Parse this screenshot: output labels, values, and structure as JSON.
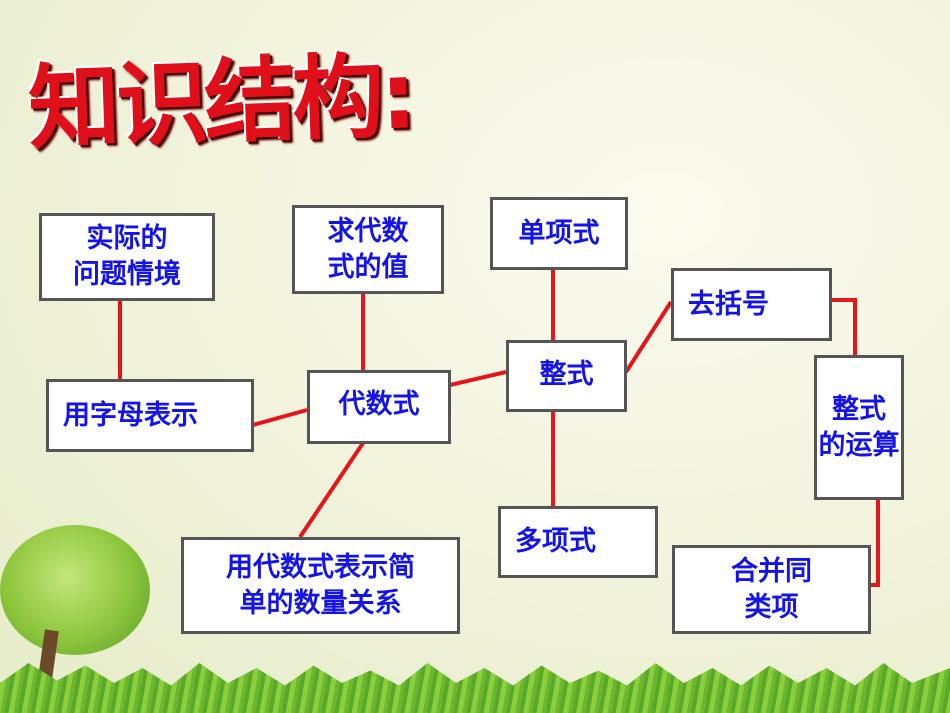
{
  "title": "知识结构:",
  "nodes": {
    "real_problem": "实际的\n问题情境",
    "letters": "用字母表示",
    "evaluate": "求代数\n式的值",
    "algebraic": "代数式",
    "monomial": "单项式",
    "integral": "整式",
    "remove_brackets": "去括号",
    "operations": "整式\n的运算",
    "polynomial": "多项式",
    "combine": "合并同\n类项",
    "express": "用代数式表示简\n单的数量关系"
  },
  "colors": {
    "line": "#e8141c",
    "text": "#1414e6",
    "border": "#555555",
    "title": "#e0101a"
  }
}
